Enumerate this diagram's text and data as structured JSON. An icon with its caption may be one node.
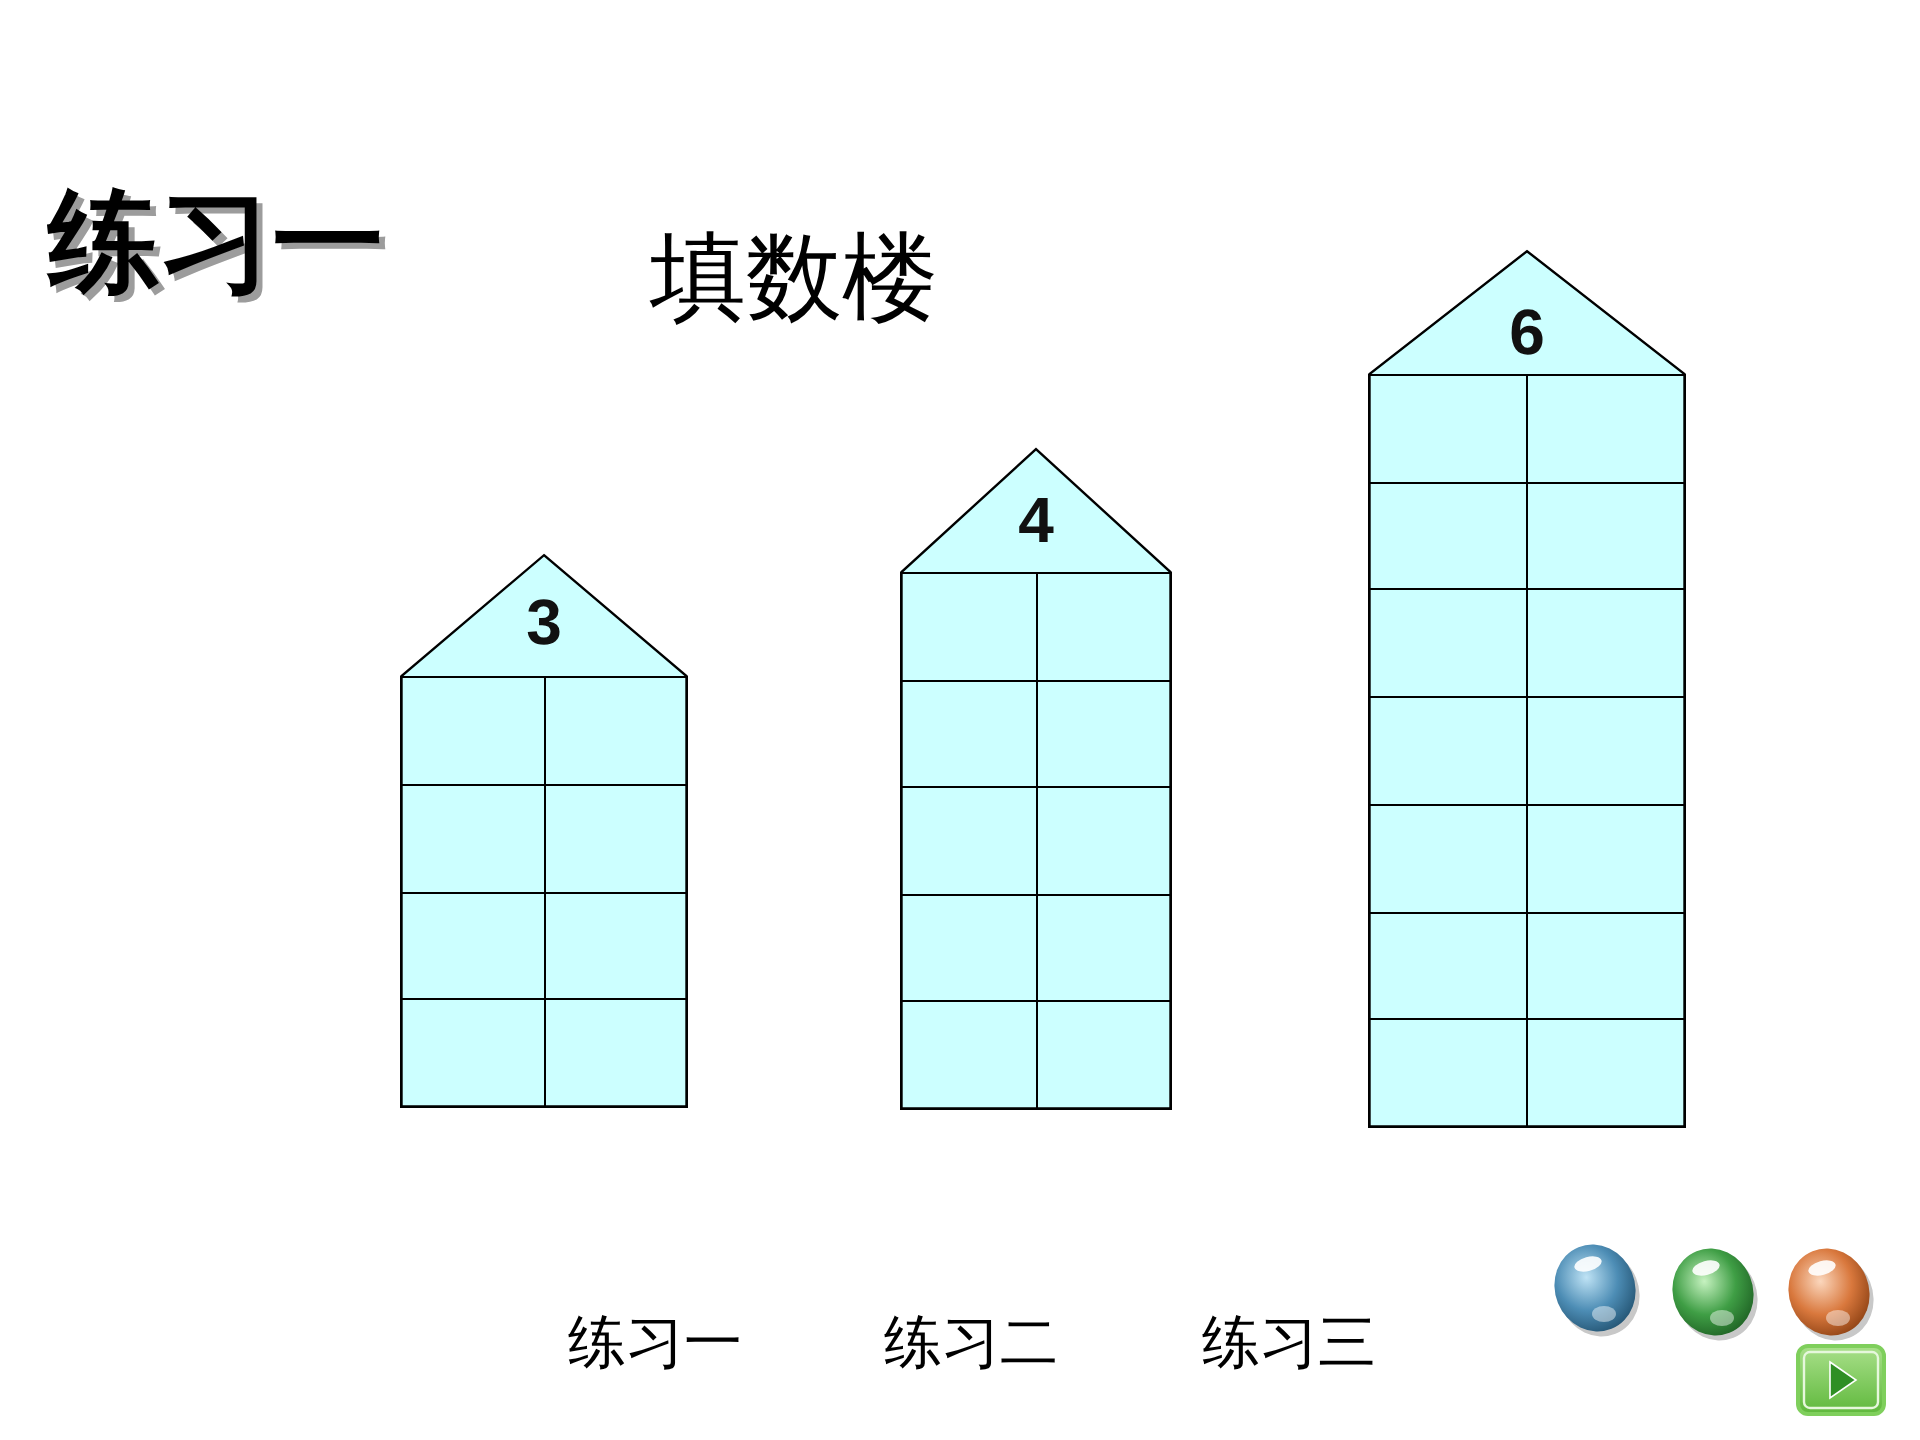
{
  "diagram": {
    "title": "练习一",
    "nodes": [
      {
        "text": [
          "3"
        ]
      },
      {
        "text": [],
        "shape": "box",
        "in": 0
      },
      {
        "text": [],
        "shape": "box",
        "in": 0
      },
      {
        "text": [],
        "shape": "box",
        "in": 0
      },
      {
        "text": [],
        "shape": "box",
        "in": 0
      },
      {
        "text": [],
        "shape": "box",
        "in": 0
      },
      {
        "text": [],
        "shape": "box",
        "in": 0
      },
      {
        "text": [],
        "shape": "box",
        "in": 0
      },
      {
        "text": [],
        "shape": "box",
        "in": 0
      },
      {
        "text": [
          "4"
        ]
      },
      {
        "text": [],
        "shape": "box",
        "in": 9
      },
      {
        "text": [],
        "shape": "box",
        "in": 9
      },
      {
        "text": [],
        "shape": "box",
        "in": 9
      },
      {
        "text": [],
        "shape": "box",
        "in": 9
      },
      {
        "text": [],
        "shape": "box",
        "in": 9
      },
      {
        "text": [],
        "shape": "box",
        "in": 9
      },
      {
        "text": [],
        "shape": "box",
        "in": 9
      },
      {
        "text": [],
        "shape": "box",
        "in": 9
      },
      {
        "text": [],
        "shape": "box",
        "in": 9
      },
      {
        "text": [],
        "shape": "box",
        "in": 9
      },
      {
        "text": [
          "6"
        ]
      },
      {
        "text": [],
        "shape": "box",
        "in": 20
      },
      {
        "text": [],
        "shape": "box",
        "in": 20
      },
      {
        "text": [],
        "shape": "box",
        "in": 20
      },
      {
        "text": [],
        "shape": "box",
        "in": 20
      },
      {
        "text": [],
        "shape": "box",
        "in": 20
      },
      {
        "text": [],
        "shape": "box",
        "in": 20
      },
      {
        "text": [],
        "shape": "box",
        "in": 20
      },
      {
        "text": [],
        "shape": "box",
        "in": 20
      },
      {
        "text": [],
        "shape": "box",
        "in": 20
      },
      {
        "text": [],
        "shape": "box",
        "in": 20
      },
      {
        "text": [],
        "shape": "box",
        "in": 20
      },
      {
        "text": [],
        "shape": "box",
        "in": 20
      },
      {
        "text": [],
        "shape": "box",
        "in": 20
      },
      {
        "text": [],
        "shape": "box",
        "in": 20
      }
    ],
    "labels": [
      "填数楼",
      "练习一",
      "练习二",
      "练习三"
    ]
  }
}
